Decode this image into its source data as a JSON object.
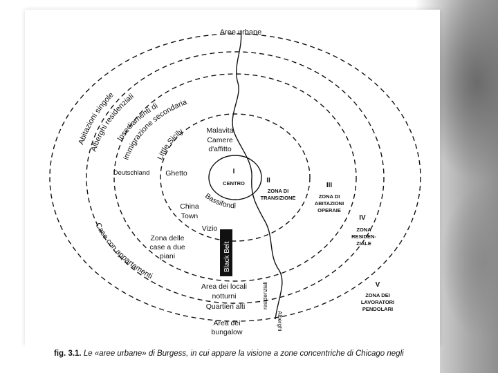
{
  "labels": {
    "aree_urbane": "Aree urbane",
    "abitazioni_singole": "Abitazioni singole",
    "alberghi_residenziali": "Alberghi residenziali",
    "insediamenti_di": "Insediamenti di",
    "immigrazione_secondaria": "immigrazione secondaria",
    "little_sicily": "Little Sicily",
    "malavita": "Malavita",
    "camere": "Camere",
    "daffitto": "d'affitto",
    "deutschland": "Deutschland",
    "ghetto": "Ghetto",
    "zone_i": "I",
    "centro": "CENTRO",
    "zone_ii": "II",
    "zona_di": "ZONA DI",
    "transizione": "TRANSIZIONE",
    "zone_iii": "III",
    "zona_di_2": "ZONA DI",
    "abitazioni": "ABITAZIONI",
    "operaie": "OPERAIE",
    "bassifondi": "Bassifondi",
    "china": "China",
    "town": "Town",
    "zone_iv": "IV",
    "zona": "ZONA",
    "residen": "RESIDEN-",
    "ziale": "ZIALE",
    "vizio": "Vizio",
    "zona_delle": "Zona delle",
    "case_a_due": "case a due",
    "piani": "piani",
    "black_belt": "Black Belt",
    "case_con_appartamenti": "Case con appartamenti",
    "area_dei_locali": "Area dei locali",
    "notturni": "notturni",
    "quartieri_alti": "Quartieri alti",
    "alberghi": "Alberghi",
    "residenziali": "residenziali",
    "zone_v": "V",
    "zona_dei": "ZONA DEI",
    "lavoratori": "LAVORATORI",
    "pendolari": "PENDOLARI",
    "area_dei": "Area dei",
    "bungalow": "bungalow"
  },
  "caption": {
    "fig": "fig. 3.1.",
    "text": "Le «aree urbane» di Burgess, in cui appare la visione a zone concentriche di Chicago negli"
  }
}
